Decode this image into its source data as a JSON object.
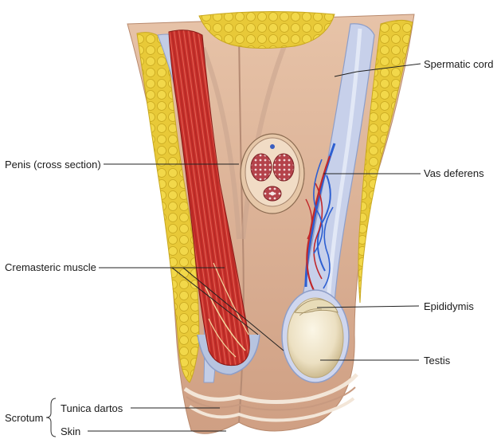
{
  "labels": {
    "spermatic_cord": "Spermatic cord",
    "penis": "Penis (cross section)",
    "vas_deferens": "Vas deferens",
    "cremasteric_muscle": "Cremasteric muscle",
    "epididymis": "Epididymis",
    "testis": "Testis",
    "scrotum": "Scrotum",
    "tunica_dartos": "Tunica dartos",
    "skin": "Skin"
  },
  "colors": {
    "fat": "#e8c938",
    "skin": "#d9b095",
    "muscle": "#c7302b",
    "fascia": "#b7c4e0",
    "vessel_blue": "#2d5fd1",
    "vessel_red": "#c0282c",
    "testis": "#efe6cf",
    "background": "#ffffff"
  }
}
